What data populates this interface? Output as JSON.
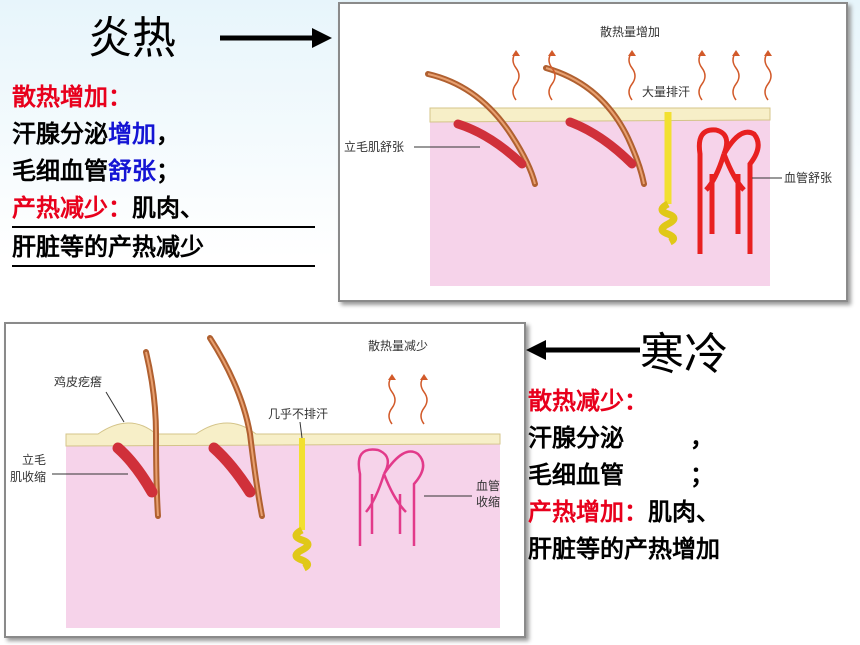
{
  "hot": {
    "title": "炎热",
    "line1": "散热增加：",
    "line2a": "汗腺分泌",
    "line2b": "增加",
    "line2c": "，",
    "line3a": "毛细血管",
    "line3b": "舒张",
    "line3c": "；",
    "line4a": "产热减少：",
    "line4b": "肌肉、",
    "line5": "肝脏等的产热减少",
    "diagram": {
      "label_top": "散热量增加",
      "label_sweat": "大量排汗",
      "label_muscle": "立毛肌舒张",
      "label_vessel": "血管舒张"
    }
  },
  "cold": {
    "title": "寒冷",
    "line1": "散热减少：",
    "line2a": "汗腺分泌",
    "line2c": "，",
    "line3a": "毛细血管",
    "line3c": "；",
    "line4a": "产热增加：",
    "line4b": "肌肉、",
    "line5": "肝脏等的产热增加",
    "diagram": {
      "label_top": "散热量减少",
      "label_goose": "鸡皮疙瘩",
      "label_muscle_1": "立毛",
      "label_muscle_2": "肌收缩",
      "label_sweat": "几乎不排汗",
      "label_vessel_1": "血管",
      "label_vessel_2": "收缩"
    }
  },
  "colors": {
    "red": "#e8001c",
    "blue": "#1414d4",
    "skin": "#f6d3ea",
    "epidermis": "#f7efc8"
  }
}
